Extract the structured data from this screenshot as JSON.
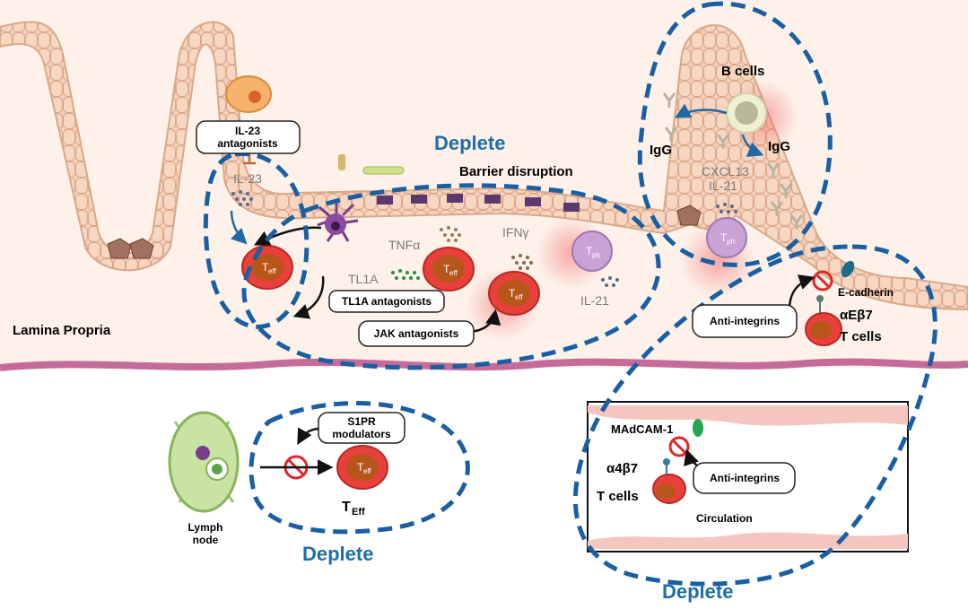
{
  "labels": {
    "il23_antagonists_l1": "IL-23",
    "il23_antagonists_l2": "antagonists",
    "il23": "IL-23",
    "deplete_top": "Deplete",
    "barrier_disruption": "Barrier disruption",
    "b_cells": "B cells",
    "igg_left": "IgG",
    "igg_right": "IgG",
    "cxcl13": "CXCL13",
    "il21_b": "IL-21",
    "tnfa": "TNFα",
    "ifng": "IFNγ",
    "tl1a": "TL1A",
    "tl1a_antagonists": "TL1A antagonists",
    "jak_antagonists": "JAK antagonists",
    "il21_main": "IL-21",
    "lamina_propria": "Lamina Propria",
    "e_cadherin": "E-cadherin",
    "anti_integrins_top": "Anti-integrins",
    "aeb7": "αEβ7",
    "t_cells_top": "T cells",
    "s1pr_l1": "S1PR",
    "s1pr_l2": "modulators",
    "teff_below": "T",
    "teff_below_sub": "Eff",
    "lymph_l1": "Lymph",
    "lymph_l2": "node",
    "deplete_bottom_left": "Deplete",
    "madcam": "MAdCAM-1",
    "a4b7": "α4β7",
    "t_cells_circ": "T cells",
    "anti_integrins_circ": "Anti-integrins",
    "circulation": "Circulation",
    "deplete_bottom_right": "Deplete"
  },
  "cells": {
    "teff_main": "T",
    "teff_sub": "eff",
    "tph_main": "T",
    "tph_sub": "ph"
  },
  "colors": {
    "epithelium": "#f6cfb6",
    "epithelium_stroke": "#d9a88a",
    "lamina_bg": "#fcebe3",
    "dash_blue": "#1a5fa3",
    "teff_red": "#e8413c",
    "teff_core": "#b8551a",
    "tph_purple": "#c9a3d6",
    "membrane": "#c46b9a"
  }
}
